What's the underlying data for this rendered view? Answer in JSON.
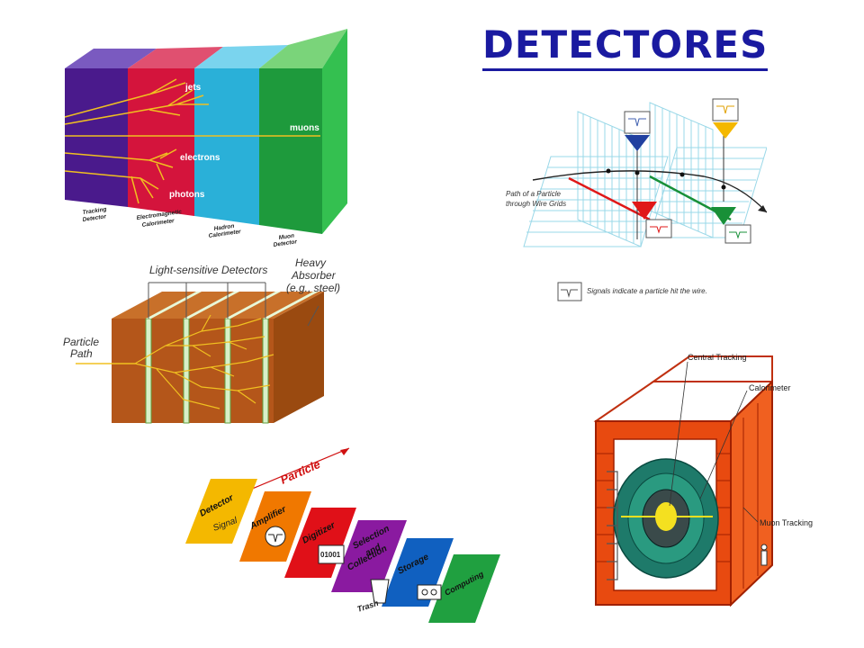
{
  "title": "DETECTORES",
  "layers_panel": {
    "particle_labels": [
      "jets",
      "muons",
      "electrons",
      "photons"
    ],
    "layer_labels": [
      [
        "Tracking",
        "Detector"
      ],
      [
        "Electromagnetic",
        "Calorimeter"
      ],
      [
        "Hadron",
        "Calorimeter"
      ],
      [
        "Muon",
        "Detector"
      ]
    ],
    "colors": [
      "#4a1a8c",
      "#d4143c",
      "#2ab0d8",
      "#1e9a3c"
    ]
  },
  "wire_panel": {
    "path_label": [
      "Path of a Particle",
      "through Wire Grids"
    ],
    "signal_note": "Signals indicate a particle hit the wire."
  },
  "calorimeter_panel": {
    "detectors_label": "Light-sensitive Detectors",
    "absorber_label": [
      "Heavy",
      "Absorber",
      "(e.g., steel)"
    ],
    "particle_path_label": [
      "Particle",
      "Path"
    ]
  },
  "flow_panel": {
    "particle_label": "Particle",
    "signal_label": "Signal",
    "trash_label": "Trash",
    "digits_label": "01001",
    "stages": [
      {
        "lines": [
          "Detector"
        ],
        "color": "#f4b800"
      },
      {
        "lines": [
          "Amplifier"
        ],
        "color": "#f07800"
      },
      {
        "lines": [
          "Digitizer"
        ],
        "color": "#e01018"
      },
      {
        "lines": [
          "Selection",
          "and",
          "Collection"
        ],
        "color": "#8a1aa0"
      },
      {
        "lines": [
          "Storage"
        ],
        "color": "#1060c0"
      },
      {
        "lines": [
          "Computing"
        ],
        "color": "#20a040"
      }
    ]
  },
  "cutaway_panel": {
    "labels": [
      "Central Tracking",
      "Calorimeter",
      "Muon Tracking"
    ]
  }
}
